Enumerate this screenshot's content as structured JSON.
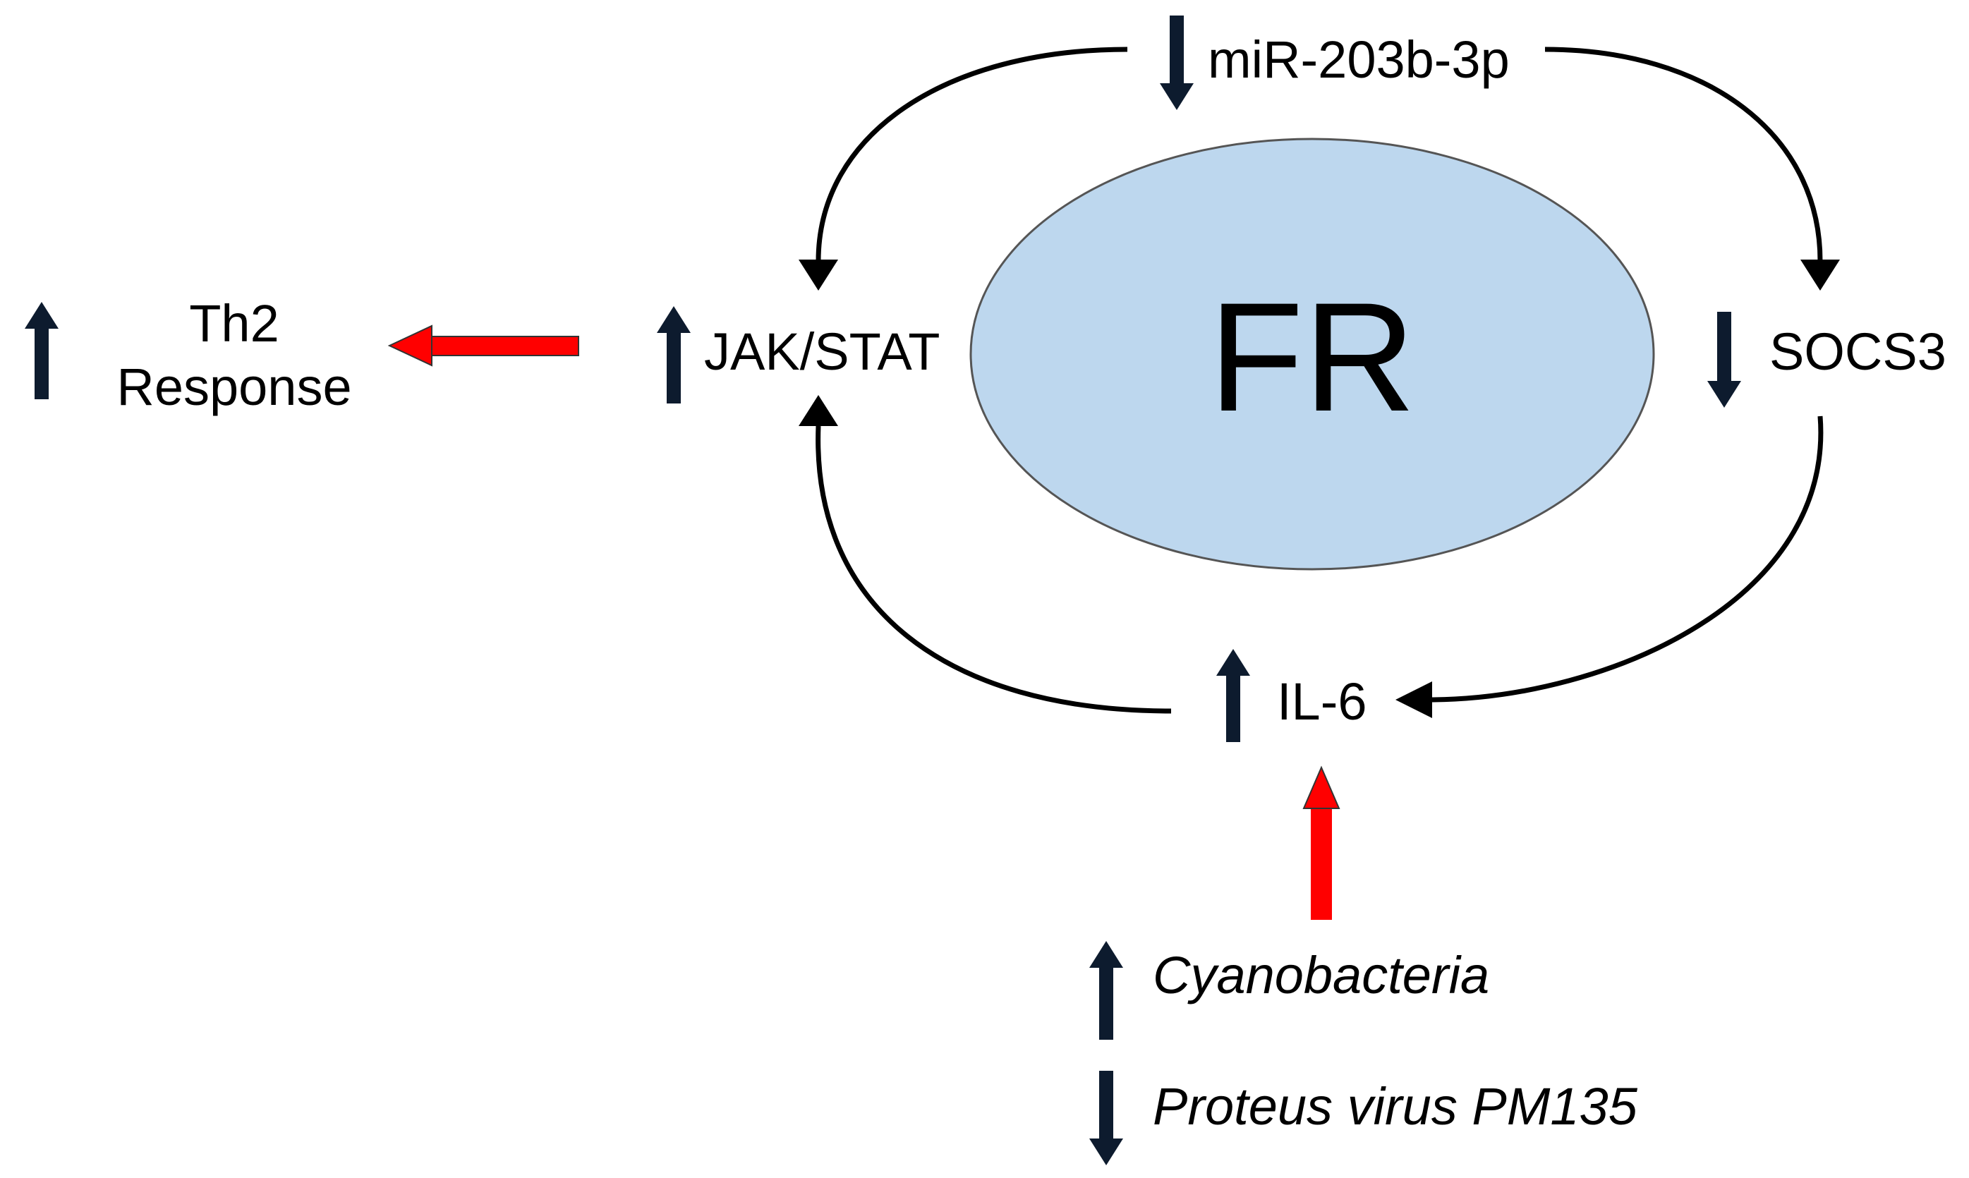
{
  "center": {
    "label": "FR"
  },
  "nodes": {
    "mir": {
      "label": "miR-203b-3p",
      "trend": "down"
    },
    "jakstat": {
      "label": "JAK/STAT",
      "trend": "up"
    },
    "socs3": {
      "label": "SOCS3",
      "trend": "down"
    },
    "il6": {
      "label": "IL-6",
      "trend": "up"
    },
    "th2": {
      "label_line1": "Th2",
      "label_line2": "Response",
      "trend": "up"
    },
    "cyanobacteria": {
      "label": "Cyanobacteria",
      "trend": "up"
    },
    "proteus": {
      "label": "Proteus virus PM135",
      "trend": "down"
    }
  },
  "colors": {
    "ellipse_fill": "#bdd7ee",
    "trend_arrow": "#0d1b2e",
    "red_arrow": "#ff0000",
    "cycle_arrow": "#000000"
  },
  "edges": [
    {
      "from": "mir",
      "to": "jakstat",
      "color": "black"
    },
    {
      "from": "mir",
      "to": "socs3",
      "color": "black"
    },
    {
      "from": "socs3",
      "to": "il6",
      "color": "black"
    },
    {
      "from": "il6",
      "to": "jakstat",
      "color": "black"
    },
    {
      "from": "jakstat",
      "to": "th2",
      "color": "red"
    },
    {
      "from": "cyanobacteria",
      "to": "il6",
      "color": "red"
    }
  ]
}
